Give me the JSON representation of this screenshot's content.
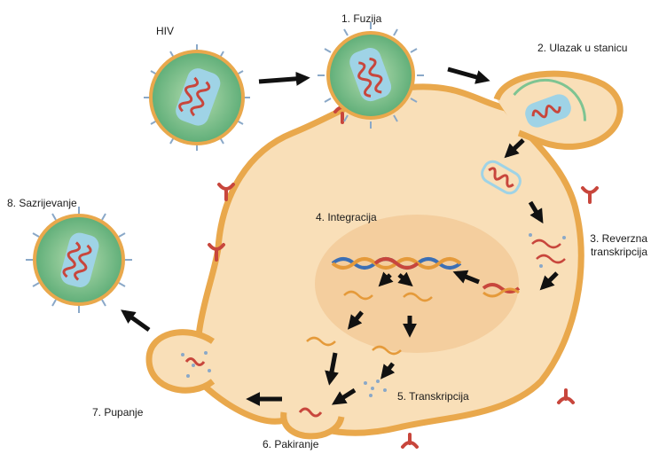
{
  "labels": {
    "hiv": "HIV",
    "step1": "1. Fuzija",
    "step2": "2. Ulazak u stanicu",
    "step3_line1": "3. Reverzna",
    "step3_line2": "transkripcija",
    "step4": "4. Integracija",
    "step5": "5. Transkripcija",
    "step6": "6. Pakiranje",
    "step7": "7. Pupanje",
    "step8": "8. Sazrijevanje"
  },
  "colors": {
    "cell_fill": "#f9dfb8",
    "cell_membrane": "#e9a84c",
    "nucleus": "#f1c896",
    "virus_core": "#7ec492",
    "capsid": "#9fd3e6",
    "rna": "#c8463c",
    "dna_blue": "#3c6fb4",
    "dna_orange": "#e59a3a",
    "spike": "#8aa8c8",
    "receptor": "#c8463c",
    "arrow": "#111111"
  }
}
